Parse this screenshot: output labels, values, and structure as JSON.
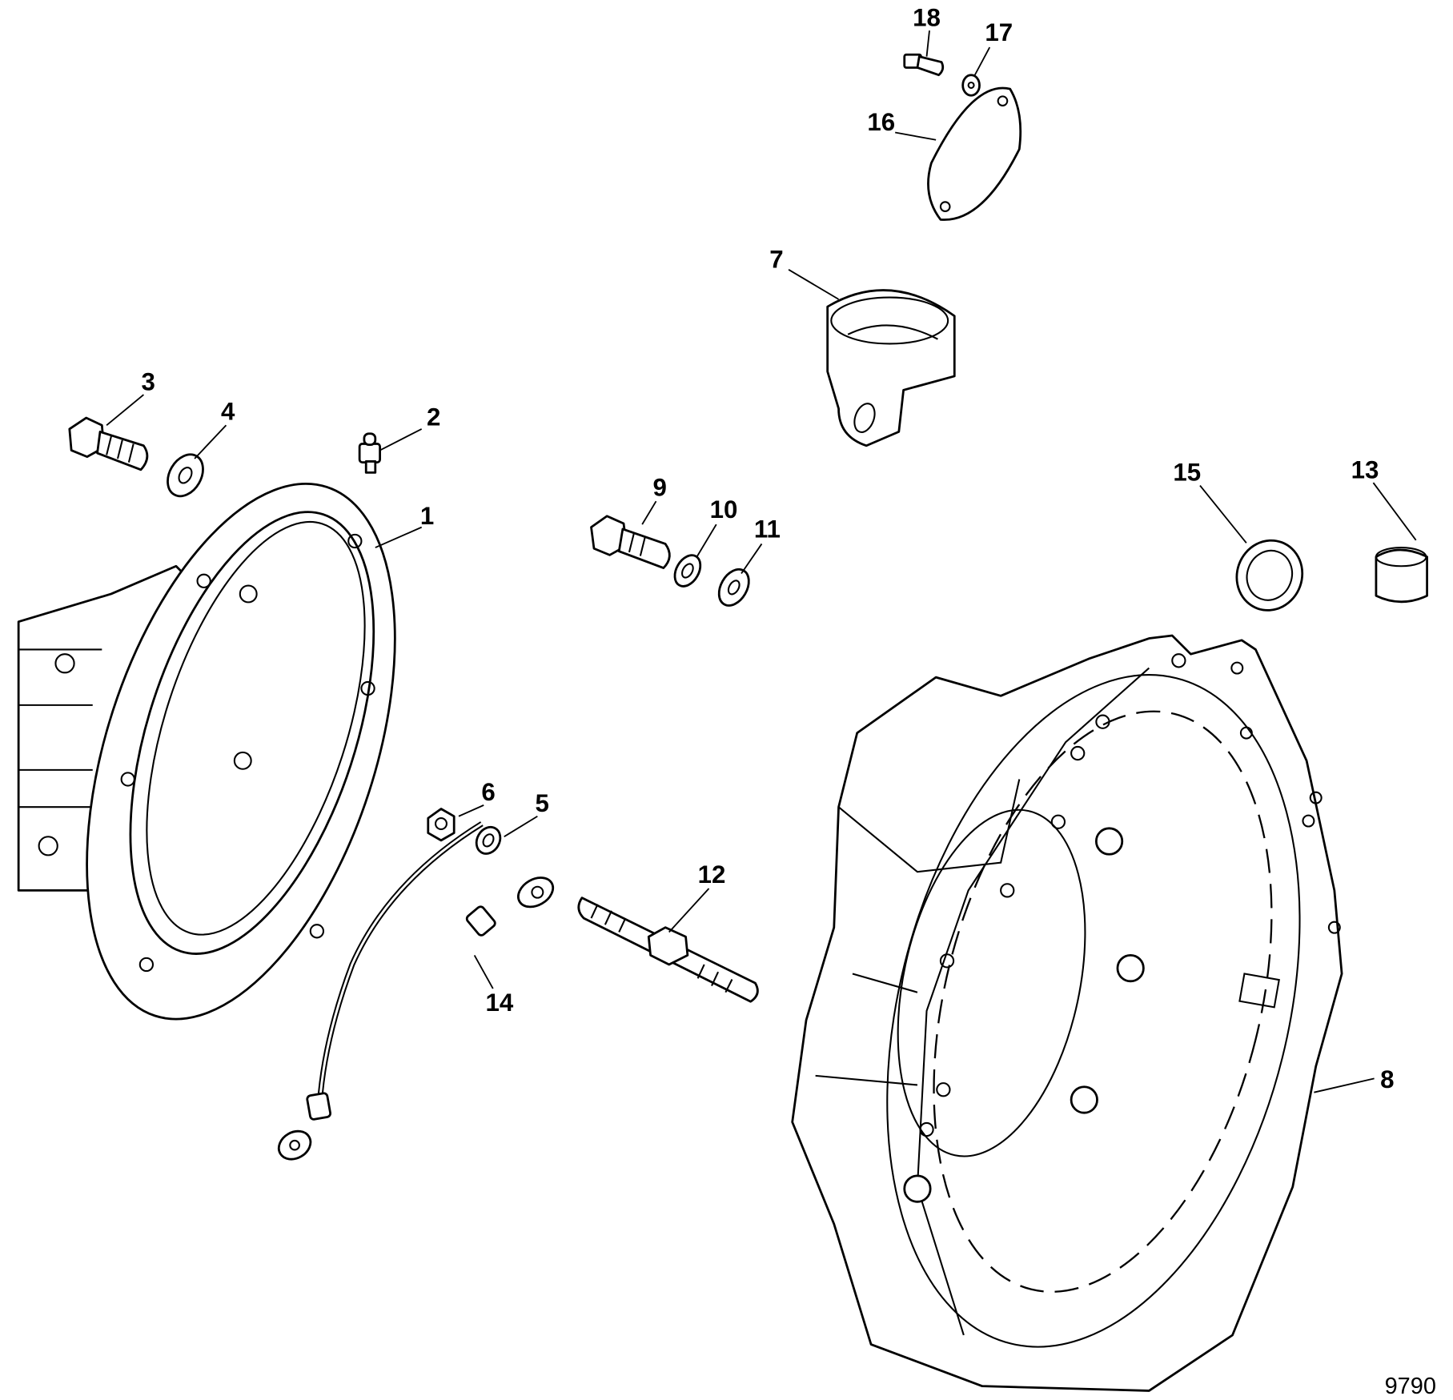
{
  "diagram": {
    "figure_number": "9790",
    "callouts": {
      "p1": "1",
      "p2": "2",
      "p3": "3",
      "p4": "4",
      "p5": "5",
      "p6": "6",
      "p7": "7",
      "p8": "8",
      "p9": "9",
      "p10": "10",
      "p11": "11",
      "p12": "12",
      "p13": "13",
      "p14": "14",
      "p15": "15",
      "p16": "16",
      "p17": "17",
      "p18": "18"
    }
  }
}
